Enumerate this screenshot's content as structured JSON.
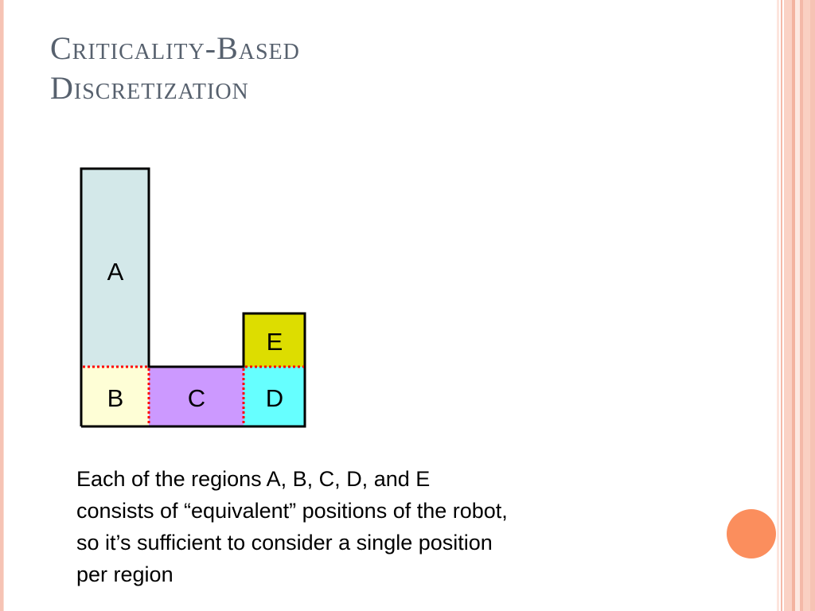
{
  "slide": {
    "title_line1": "Criticality-Based",
    "title_line2": "Discretization",
    "caption_line1": "Each of the regions A, B, C, D, and E",
    "caption_line2": "consists of “equivalent” positions of the robot,",
    "caption_line3": "so it’s sufficient to consider a single position",
    "caption_line4": "per region"
  },
  "diagram": {
    "regions": [
      {
        "label": "A",
        "color": "#d3e8e9"
      },
      {
        "label": "B",
        "color": "#fefed6"
      },
      {
        "label": "C",
        "color": "#cc99ff"
      },
      {
        "label": "D",
        "color": "#66ffff"
      },
      {
        "label": "E",
        "color": "#dddd00"
      }
    ],
    "boundary_color": "#000000",
    "divider_color": "#ff0000"
  },
  "theme": {
    "title_color": "#57616e",
    "accent_circle": "#fb8e5d",
    "frame_stripe": "#f6c3b4"
  }
}
